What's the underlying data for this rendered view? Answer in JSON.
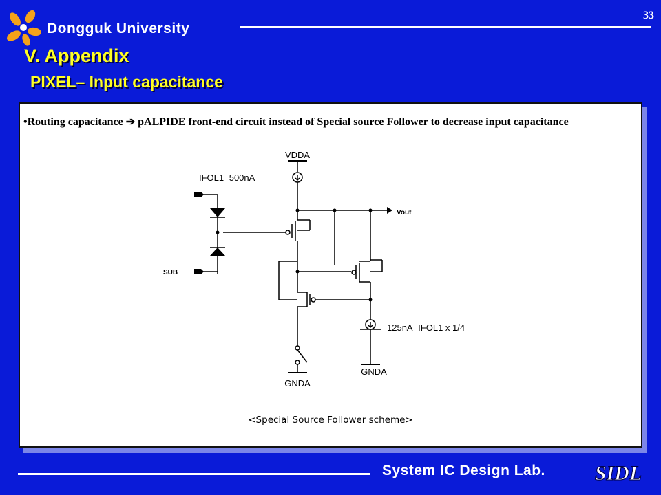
{
  "header": {
    "page_number": "33",
    "university": "Dongguk University",
    "title": "V. Appendix",
    "subtitle": "PIXEL– Input capacitance"
  },
  "content": {
    "bullet_lead": "•Routing capacitance",
    "arrow_icon": "right-arrow-icon",
    "bullet_rest": " pALPIDE front-end circuit instead of Special source Follower to decrease input capacitance",
    "caption": "<Special Source Follower scheme>"
  },
  "schematic": {
    "vdda": "VDDA",
    "ifol1": "IFOL1=500nA",
    "vout": "Vout",
    "sub": "SUB",
    "current_125": "125nA=IFOL1 x 1/4",
    "gnda_left": "GNDA",
    "gnda_right": "GNDA"
  },
  "footer": {
    "lab": "System IC Design Lab.",
    "logo_text": "SIDL"
  },
  "colors": {
    "background": "#0a1bd8",
    "title": "#ffff22",
    "logo_orange": "#f5a21a"
  }
}
